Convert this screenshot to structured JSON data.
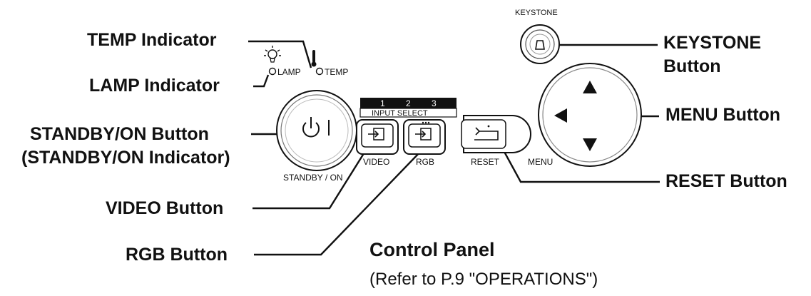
{
  "callouts": {
    "temp_indicator": "TEMP Indicator",
    "lamp_indicator": "LAMP Indicator",
    "standby_button": "STANDBY/ON Button",
    "standby_indicator": "(STANDBY/ON Indicator)",
    "video_button": "VIDEO Button",
    "rgb_button": "RGB Button",
    "keystone_button_line1": "KEYSTONE",
    "keystone_button_line2": "Button",
    "menu_button": "MENU Button",
    "reset_button": "RESET Button"
  },
  "panel": {
    "lamp": "LAMP",
    "temp": "TEMP",
    "standby_on": "STANDBY / ON",
    "input_select": "INPUT SELECT",
    "input_numbers": [
      "1",
      "2",
      "3"
    ],
    "video": "VIDEO",
    "rgb": "RGB",
    "reset": "RESET",
    "menu": "MENU",
    "keystone": "KEYSTONE"
  },
  "caption": {
    "title": "Control Panel",
    "reference": "(Refer to P.9 \"OPERATIONS\")"
  },
  "icons": {
    "lamp": "lamp-bulb-icon",
    "temp": "thermometer-icon",
    "power": "power-icon",
    "input": "input-arrow-icon",
    "reset": "reset-arrow-icon",
    "keystone": "keystone-icon",
    "arrows": [
      "arrow-up-icon",
      "arrow-left-icon",
      "arrow-down-icon"
    ]
  }
}
